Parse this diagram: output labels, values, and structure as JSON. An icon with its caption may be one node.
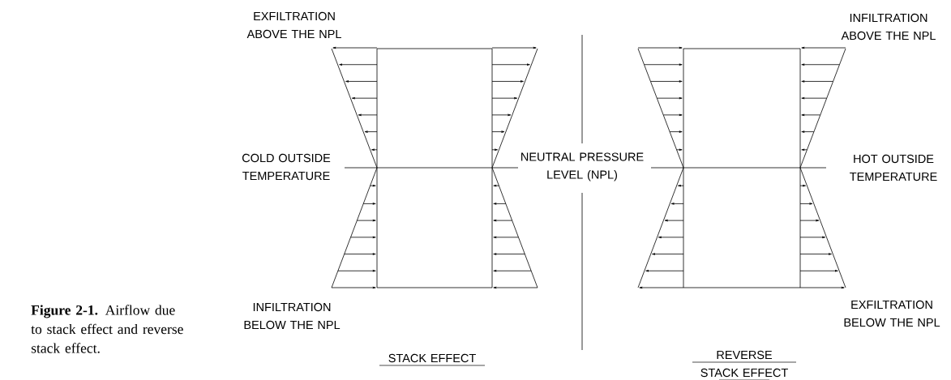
{
  "diagram": {
    "caption": "**Figure 2-1.** Airflow due to stack effect and reverse stack effect.",
    "labels": [
      "EXFILTRATION ABOVE THE NPL",
      "INFILTRATION ABOVE THE NPL",
      "COLD OUTSIDE TEMPERATURE",
      "NEUTRAL PRESSURE LEVEL (NPL)",
      "HOT OUTSIDE TEMPERATURE",
      "INFILTRATION BELOW THE NPL",
      "EXFILTRATION BELOW THE NPL",
      "STACK EFFECT",
      "REVERSE STACK EFFECT"
    ]
  }
}
